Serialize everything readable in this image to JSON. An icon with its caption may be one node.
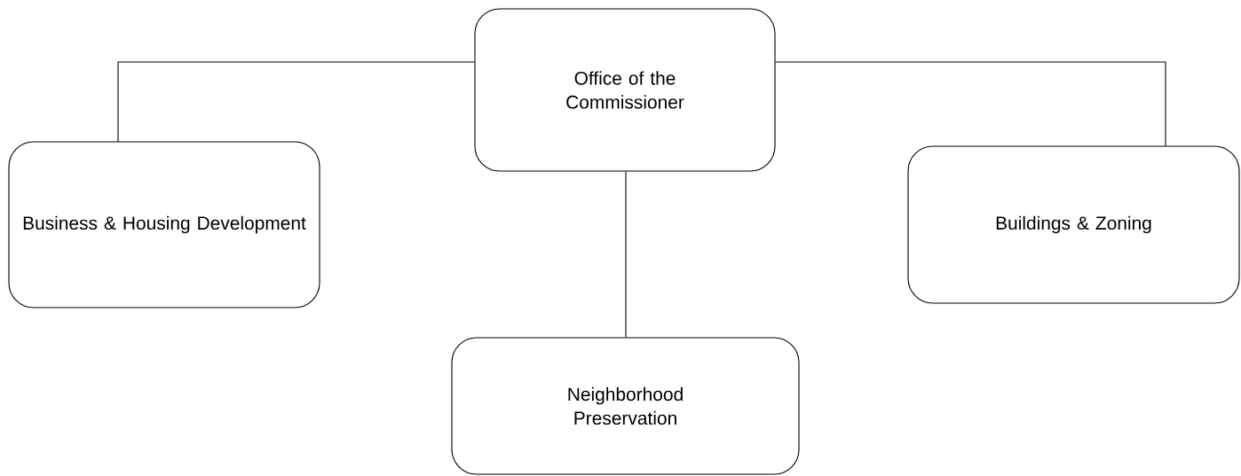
{
  "diagram": {
    "nodes": [
      {
        "text": [
          "Office of the Commissioner"
        ]
      },
      {
        "text": [
          "Business & Housing Development"
        ]
      },
      {
        "text": [
          "Buildings & Zoning"
        ]
      },
      {
        "text": [
          "Neighborhood Preservation"
        ]
      }
    ],
    "edges": [
      {
        "from": 0,
        "to": 1,
        "arrow": "none"
      },
      {
        "from": 0,
        "to": 2,
        "arrow": "none"
      },
      {
        "from": 0,
        "to": 3,
        "arrow": "none"
      }
    ]
  }
}
